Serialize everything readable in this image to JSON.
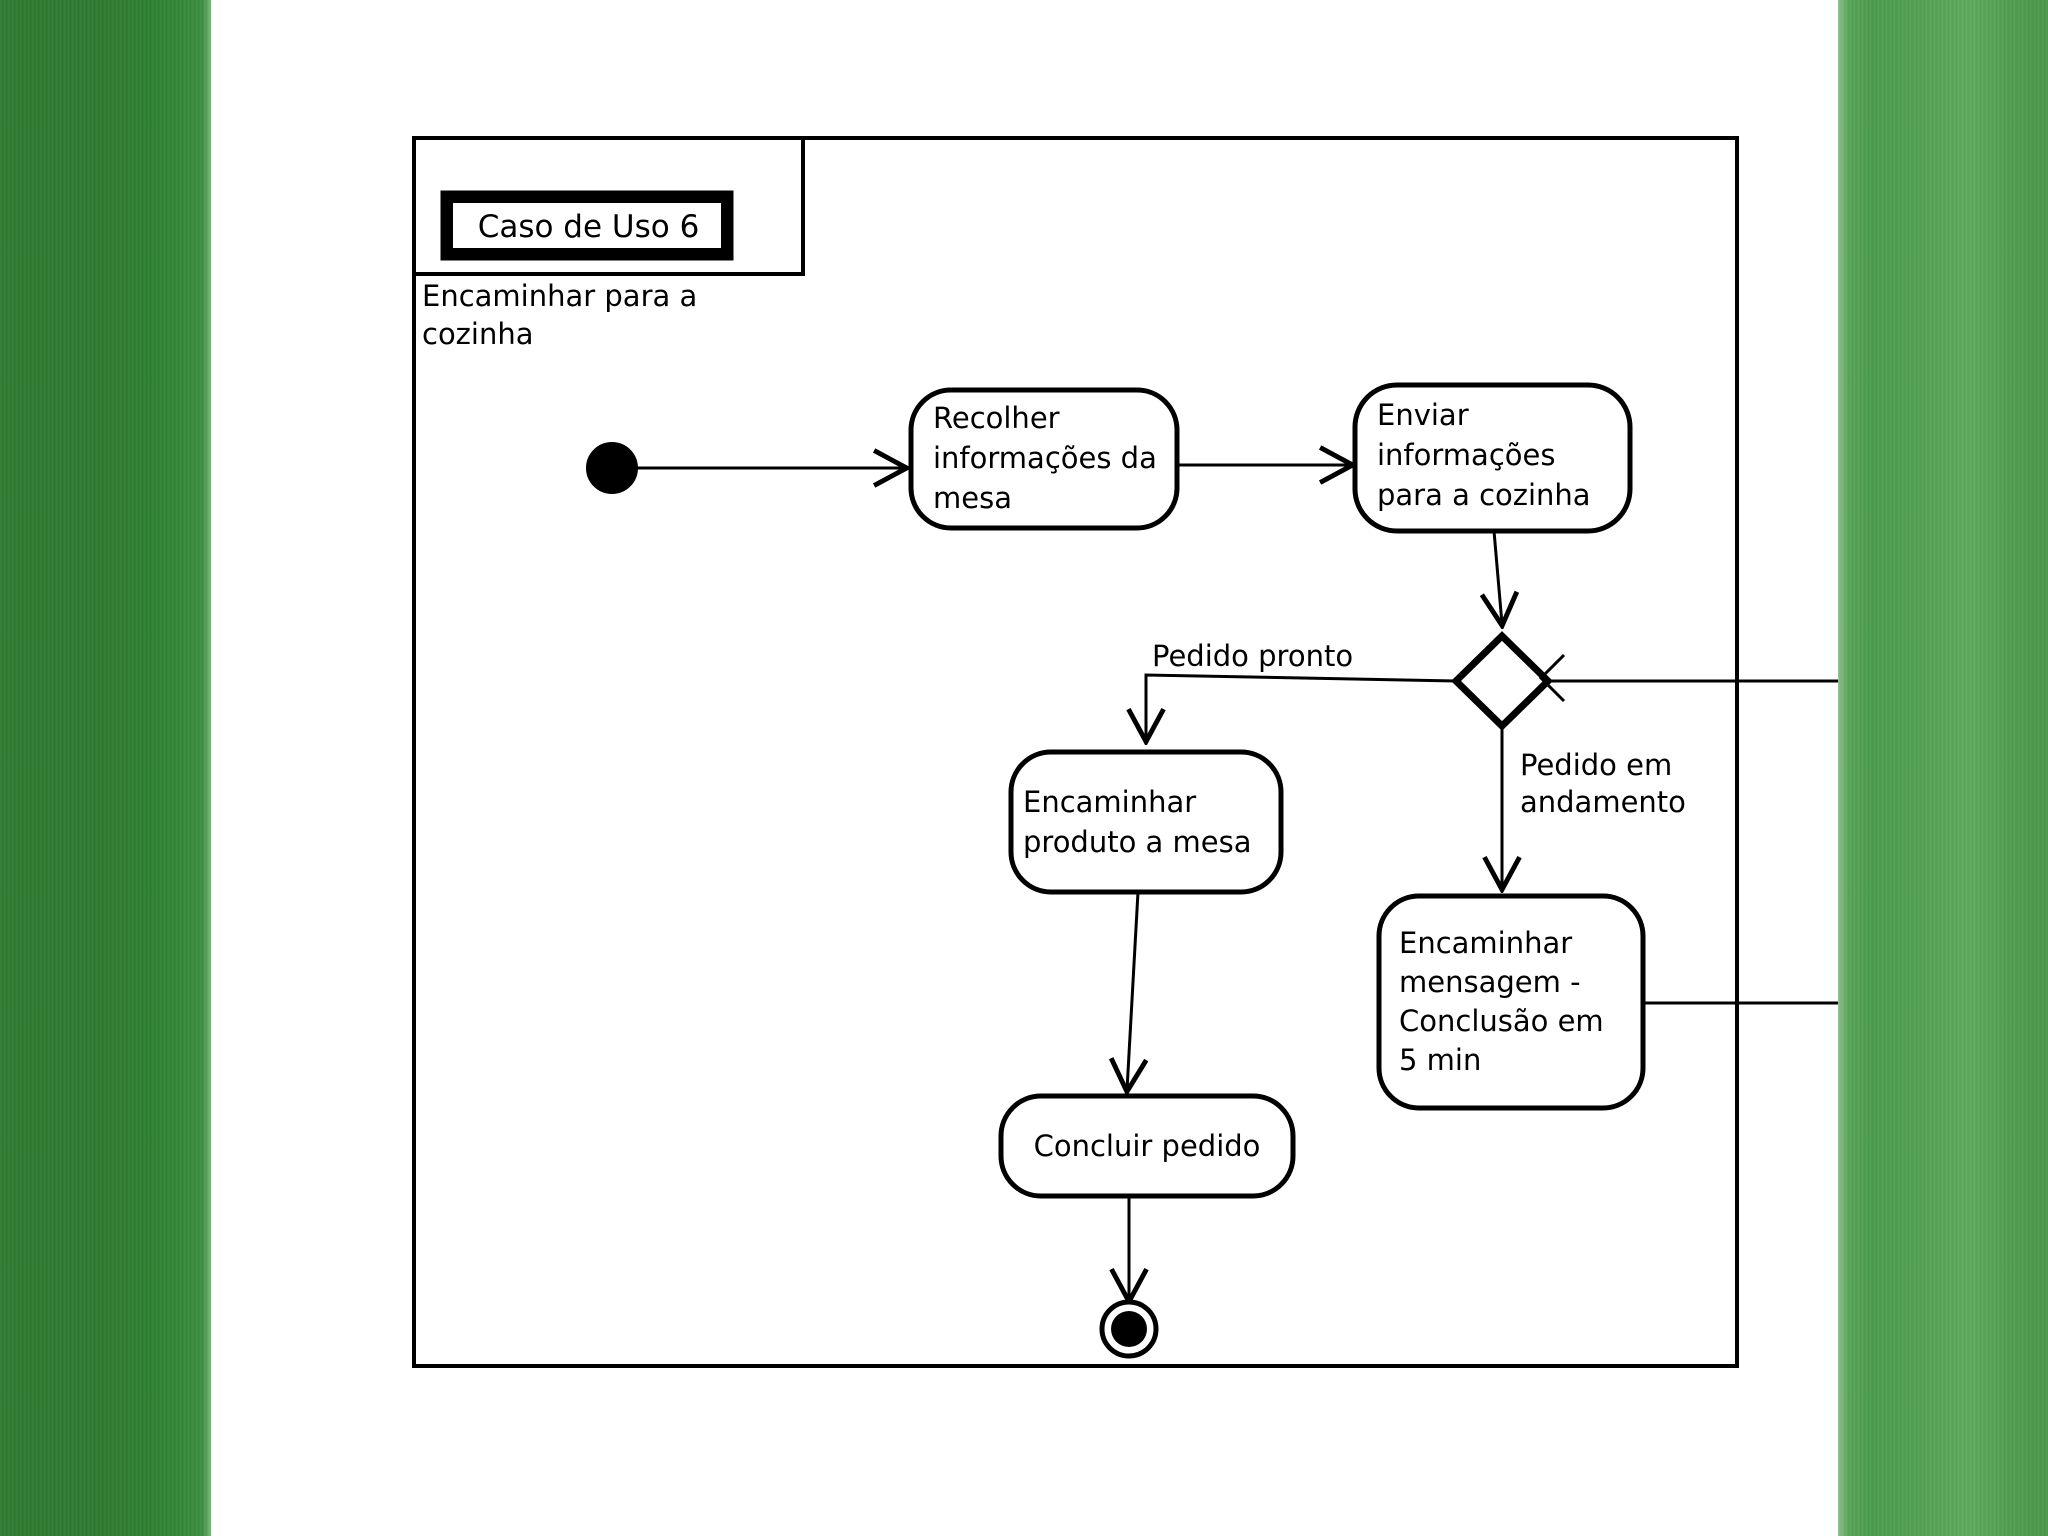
{
  "slide": {
    "background_color": "#ffffff",
    "left_band_color": "#2e7d31",
    "right_band_color": "#4f9f50"
  },
  "diagram": {
    "type": "uml-activity-diagram",
    "frame": {
      "title_box_label": "Caso de Uso 6",
      "subtitle_line1": "Encaminhar para a",
      "subtitle_line2": "cozinha",
      "subtitle": "Encaminhar para a cozinha"
    },
    "nodes": [
      {
        "id": "start",
        "type": "initial-node",
        "label": ""
      },
      {
        "id": "recolher",
        "type": "action",
        "line1": "Recolher",
        "line2": "informações da",
        "line3": "mesa",
        "label": "Recolher informações da mesa"
      },
      {
        "id": "enviar",
        "type": "action",
        "line1": "Enviar",
        "line2": "informações",
        "line3": "para a cozinha",
        "label": "Enviar informações para a cozinha"
      },
      {
        "id": "decision",
        "type": "decision",
        "label": ""
      },
      {
        "id": "encaminhar-produto",
        "type": "action",
        "line1": "Encaminhar",
        "line2": "produto a mesa",
        "label": "Encaminhar produto a mesa"
      },
      {
        "id": "encaminhar-mensagem",
        "type": "action",
        "line1": "Encaminhar",
        "line2": "mensagem -",
        "line3": "Conclusão em",
        "line4": "5 min",
        "label": "Encaminhar mensagem - Conclusão em 5 min"
      },
      {
        "id": "concluir",
        "type": "action",
        "line1": "Concluir pedido",
        "label": "Concluir pedido"
      },
      {
        "id": "end",
        "type": "final-node",
        "label": ""
      }
    ],
    "edges": [
      {
        "from": "start",
        "to": "recolher",
        "guard": ""
      },
      {
        "from": "recolher",
        "to": "enviar",
        "guard": ""
      },
      {
        "from": "enviar",
        "to": "decision",
        "guard": ""
      },
      {
        "from": "decision",
        "to": "encaminhar-produto",
        "guard": "Pedido pronto"
      },
      {
        "from": "decision",
        "to": "encaminhar-mensagem",
        "guard": "Pedido em andamento"
      },
      {
        "from": "encaminhar-mensagem",
        "to": "decision",
        "guard": ""
      },
      {
        "from": "encaminhar-produto",
        "to": "concluir",
        "guard": ""
      },
      {
        "from": "concluir",
        "to": "end",
        "guard": ""
      }
    ],
    "guards": {
      "pedido_pronto": "Pedido pronto",
      "pedido_em_andamento": "Pedido em andamento"
    }
  }
}
